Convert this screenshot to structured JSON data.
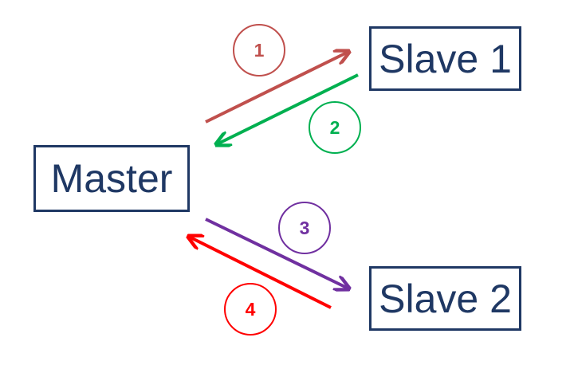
{
  "nodes": {
    "master": "Master",
    "slave1": "Slave 1",
    "slave2": "Slave 2"
  },
  "steps": [
    "1",
    "2",
    "3",
    "4"
  ],
  "colors": {
    "node_border": "#1f3864",
    "node_text": "#1f3864",
    "step1": "#c0504d",
    "step2": "#00b050",
    "step3": "#7030a0",
    "step4": "#ff0000"
  }
}
